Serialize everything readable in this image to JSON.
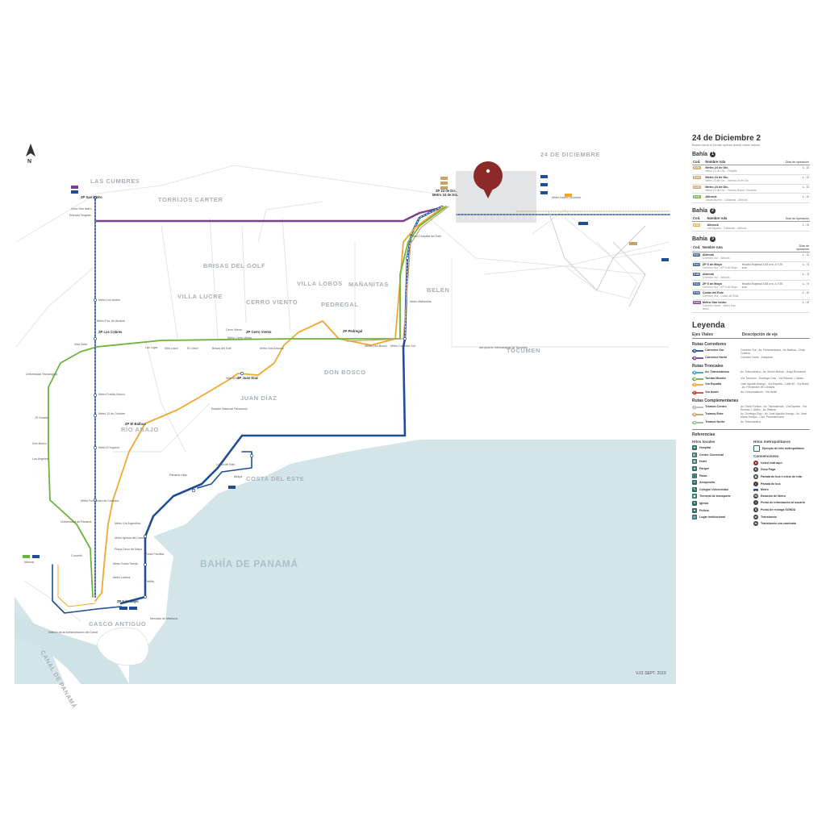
{
  "map": {
    "north": "N",
    "bay_name": "BAHÍA DE PANAMÁ",
    "version": "V.01 SEPT. 2019",
    "terminal_title": "ZP 24 de Dic.",
    "districts": [
      "LAS CUMBRES",
      "TORRIJOS CARTER",
      "24 DE DICIEMBRE",
      "BRISAS DEL GOLF",
      "VILLA LUCRE",
      "CERRO VIENTO",
      "VILLA LOBOS",
      "MAÑANITAS",
      "PEDREGAL",
      "BELÉN",
      "TOCUMEN",
      "DON BOSCO",
      "JUAN DÍAZ",
      "RÍO ABAJO",
      "COSTA DEL ESTE",
      "CASCO ANTIGUO",
      "CANAL DE PANAMÁ"
    ],
    "stops": [
      "ZP San Isidro",
      "Occo San Isidro",
      "Entrada Tinajitas",
      "Metro Los Andes",
      "Metro Fco. de Alcácer",
      "ZP Los Cobres",
      "Metro Pueblo Nuevo",
      "Metro 12 de Octubre",
      "Metro El Ingenio",
      "ZP El Bálboa",
      "Metro Fernández de Córdoba",
      "Metro Vía Argentina",
      "Metro Iglesia del Carmen",
      "Metro Santo Tomás",
      "Metro Lotería",
      "ZP 5 de Mayo",
      "Mercado de Mariscos",
      "Metro Cerro Viento",
      "ZP Cerro Viento",
      "Metro San Antonio",
      "ZP Pedregal",
      "Metro Don Bosco",
      "Metro Corredor Sur",
      "ZP Juan Díaz",
      "Metro Mañanitas",
      "Metro Hospital del Este",
      "Metro 24 de Dic.",
      "Metro Nuevo Tocumen",
      "Aeropuerto Internacional de Tocumen",
      "Estadio Nacional Panasonic",
      "Costa del Este",
      "Atlapa",
      "Punta Pacífica",
      "Paitilla",
      "Plaza Cinco de Mayo",
      "Universidad de Panamá",
      "Curundú",
      "Albrook",
      "Universidad Tecnológica",
      "El Dorado",
      "Los Ángeles",
      "Don Bosco",
      "Villa Zaita",
      "Las Lajas",
      "Villa Lucre",
      "El Crisol",
      "Brisas del Golf",
      "Cerro Viento",
      "Villa Venus",
      "Edificio de la Administración del Canal",
      "Panamá Viejo"
    ]
  },
  "panel": {
    "title": "24 de Diciembre 2",
    "subtitle": "Buses hacia el Centro operan desde estas bahías",
    "col_code": "Cod.",
    "col_route": "Nombre ruta",
    "col_ops": "Días de operación",
    "bays": [
      {
        "label": "Bahía",
        "num": "1",
        "routes": [
          {
            "code": "D104",
            "color": "#c7a36b",
            "name": "Metro 24 de Dic.",
            "desc": "Metro 24 de Dic. - Felipillo",
            "days": "L - D"
          },
          {
            "code": "D105",
            "color": "#c7a36b",
            "name": "Metro 24 de Dic.",
            "desc": "Metro 24 de Dic. - Interna 24 de Dic.",
            "days": "L - D"
          },
          {
            "code": "D106",
            "color": "#c7a36b",
            "name": "Metro 24 de Dic.",
            "desc": "Metro 24 de Dic. - Interna Nuevo Tocumen",
            "days": "L - D"
          },
          {
            "code": "D131",
            "color": "#6cb33f",
            "name": "Albrook",
            "desc": "Tanda Muerto - Calidonia - Albrook",
            "days": "L - D"
          }
        ]
      },
      {
        "label": "Bahía",
        "num": "2",
        "routes": [
          {
            "code": "E481",
            "color": "#f0a830",
            "name": "Albrook",
            "desc": "Vía España - Calidonia - Albrook",
            "days": "L - D"
          }
        ]
      },
      {
        "label": "Bahía",
        "num": "3",
        "routes": [
          {
            "code": "E410",
            "color": "#1f4e96",
            "name": "Albrook",
            "desc": "Corredor Sur - Albrook",
            "days": "L - D",
            "hours": ""
          },
          {
            "code": "E412",
            "color": "#1f4e96",
            "name": "ZP 5 de Mayo",
            "desc": "Corredor Sur - ZP 5 de Mayo",
            "days": "L - S",
            "hours": "Horario Especial 4:25 a.m. a 7:25 a.m."
          },
          {
            "code": "E480",
            "color": "#1f4e96",
            "name": "Albrook",
            "desc": "Corredor Sur - Albrook",
            "days": "L - S",
            "hours": ""
          },
          {
            "code": "E411",
            "color": "#1f4e96",
            "name": "ZP 5 de Mayo",
            "desc": "Corredor Sur - ZP 5 de Mayo",
            "days": "L - V",
            "hours": "Horario Especial 4:35 a.m. a 7:05 a.m."
          },
          {
            "code": "E416",
            "color": "#1f4e96",
            "name": "Costa del Este",
            "desc": "Corredor Sur - Costa del Este",
            "days": "L - D",
            "hours": ""
          },
          {
            "code": "G103",
            "color": "#7b3f8c",
            "name": "Metro San Isidro",
            "desc": "Corredor Norte - Metro San Isidro",
            "days": "L - D",
            "hours": ""
          }
        ]
      }
    ],
    "legend": {
      "title": "Leyenda",
      "col_axis": "Ejes Viales",
      "col_desc": "Descripción de eje",
      "sections": [
        {
          "title": "Rutas Corredores",
          "rows": [
            {
              "letter": "S",
              "color": "#1f4e96",
              "name": "Corredor Sur",
              "desc": "Corredor Sur - Av. Panamericana - Av. Balboa - Cinta Costera"
            },
            {
              "letter": "N",
              "color": "#7b3f8c",
              "name": "Corredor Norte",
              "desc": "Corredor Norte - Autopista"
            }
          ]
        },
        {
          "title": "Rutas Troncales",
          "rows": [
            {
              "letter": "K",
              "color": "#3a9bd0",
              "name": "Av. Transístmica",
              "desc": "Av. Transístmica - Av. Simón Bolívar - Boyd Roosevelt"
            },
            {
              "letter": "M",
              "color": "#6cb33f",
              "name": "Tumba Muerto",
              "desc": "Vía Tocumen - Domingo Díaz - Vía Ricardo J. Alfaro"
            },
            {
              "letter": "V",
              "color": "#f0a830",
              "name": "Vía España",
              "desc": "José Agustín Arango - Vía España - Calle 50 - Vía Brasil - Av. Fernández de Córdoba"
            },
            {
              "letter": "I",
              "color": "#d8412f",
              "name": "Vía Israel",
              "desc": "Av. Circunvalación - Vía Israel"
            }
          ]
        },
        {
          "title": "Rutas Complementarias",
          "rows": [
            {
              "letter": "C",
              "color": "#b9b9b9",
              "name": "Tramos Centro",
              "desc": "Av. Omar Torrijos - Av. Transístmica - Vía España - Vía Ricardo J. Alfaro - Av. Balboa"
            },
            {
              "letter": "E",
              "color": "#c7a36b",
              "name": "Tramos Este",
              "desc": "Av. Domingo Díaz - Av. José Agustín Arango - Av. José María Torrijos - Ctra. Panamericana"
            },
            {
              "letter": "N",
              "color": "#8fbf8a",
              "name": "Tramos Norte",
              "desc": "Av. Transístmica"
            }
          ]
        }
      ],
      "references_title": "Referencias",
      "local_title": "Hitos locales",
      "local": [
        "Hospital",
        "Centro Comercial",
        "Hotel",
        "Parque",
        "Plaza",
        "Aeropuerto",
        "Colegio/ Universidad",
        "Terminal de transporte",
        "Iglesia",
        "Policía",
        "Lugar Institucional"
      ],
      "metro_title": "Hitos metropolitanos",
      "metro_example": "Ejemplo de hito metropolitano",
      "conventions_title": "Convenciones",
      "conventions": [
        "Usted está aquí",
        "Zona Paga",
        "Parada de bus e inicio de ruta",
        "Parada de bus",
        "Metro",
        "Estación de Metro",
        "Punto de información al usuario",
        "Punto de recarga SONDA",
        "Transbordo",
        "Transbordo con caminata"
      ]
    }
  }
}
